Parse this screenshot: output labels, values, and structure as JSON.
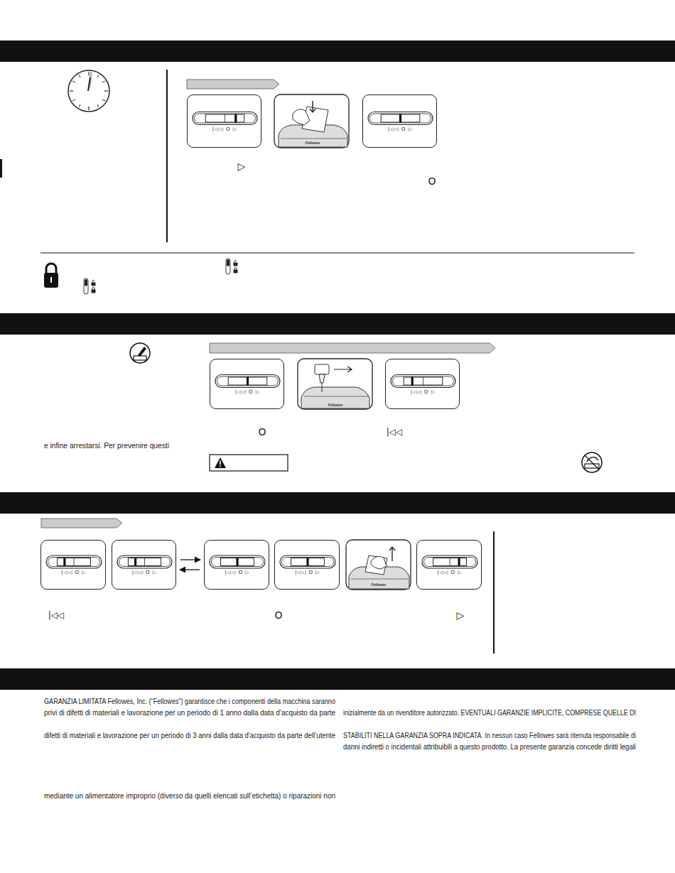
{
  "diagram": {
    "nodes": [
      {
        "text": [
          "|◁◁ O ▷"
        ]
      },
      {
        "text": [
          "|◁◁ O ▷"
        ]
      },
      {
        "text": [
          "|◁◁ O ▷"
        ]
      },
      {
        "text": [
          "|◁◁ O ▷"
        ]
      },
      {
        "text": [
          "|◁◁ O ▷"
        ]
      },
      {
        "text": [
          "|◁◁ O ▷"
        ]
      },
      {
        "text": [
          "|◁◁ O ▷"
        ]
      },
      {
        "text": [
          "|◁◁ O ▷"
        ]
      },
      {
        "text": [
          "|◁◁ O ▷"
        ]
      }
    ],
    "edges": [
      {
        "from": 5,
        "to": 6,
        "arrow": "to"
      },
      {
        "from": 6,
        "to": 5,
        "arrow": "to"
      }
    ],
    "labels": [
      "▷",
      "O",
      "Fellowes",
      "Fellowes",
      "e infine arrestarsi. Per prevenire questi",
      "O",
      "|◁◁",
      "Fellowes",
      "|◁◁",
      "O",
      "▷",
      "GARANZIA LIMITATA Fellowes, Inc. (“Fellowes”) garantisce che i componenti della macchina saranno",
      "privi di difetti di materiali e lavorazione per un periodo di 1 anno dalla data d’acquisto da parte",
      "difetti di materiali e lavorazione per un periodo di 3 anni dalla data d’acquisto da parte dell’utente",
      "mediante un alimentatore improprio (diverso da quelli elencati sull’etichetta) o riparazioni non",
      "inizialmente da un rivenditore autorizzato. EVENTUALI GARANZIE IMPLICITE, COMPRESE QUELLE DI",
      "STABILITI NELLA GARANZIA SOPRA INDICATA. In nessun caso Fellowes sarà ritenuta responsabile di",
      "danni indiretti o incidentali attribuibili a questo prodotto. La presente garanzia concede diritti legali"
    ]
  }
}
